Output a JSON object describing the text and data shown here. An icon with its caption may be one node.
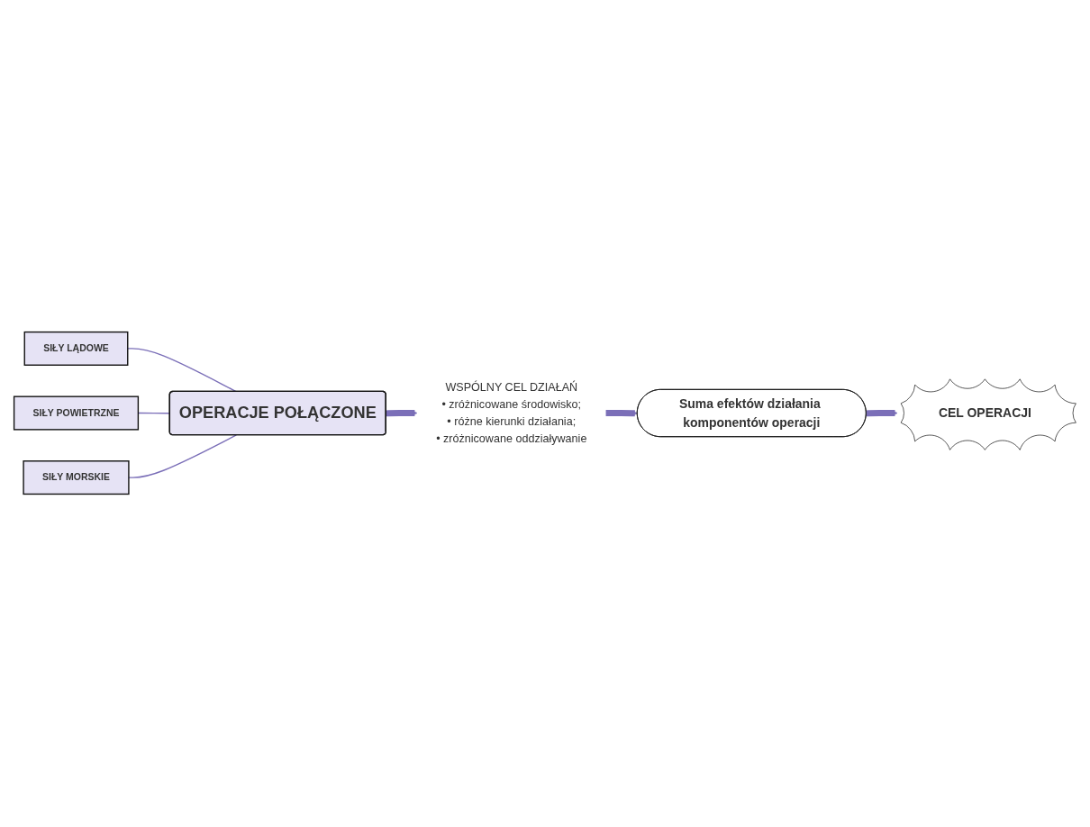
{
  "diagram": {
    "nodes": [
      {
        "text": [
          "SIŁY LĄDOWE"
        ]
      },
      {
        "text": [
          "SIŁY POWIETRZNE"
        ]
      },
      {
        "text": [
          "SIŁY MORSKIE"
        ]
      },
      {
        "text": [
          "OPERACJE POŁĄCZONE"
        ]
      },
      {
        "text": [
          "WSPÓLNY CEL DZIAŁAŃ",
          "• zróżnicowane środowisko;",
          "• różne kierunki działania;",
          "• zróżnicowane oddziaływanie"
        ]
      },
      {
        "text": [
          "Suma efektów działania komponentów operacji"
        ]
      },
      {
        "text": [
          "CEL OPERACJI"
        ]
      }
    ],
    "edges": [
      {
        "from": 0,
        "to": 3,
        "arrow": "none"
      },
      {
        "from": 1,
        "to": 3,
        "arrow": "none"
      },
      {
        "from": 2,
        "to": 3,
        "arrow": "none"
      },
      {
        "from": 3,
        "to": 4,
        "arrow": "to",
        "style": "thick"
      },
      {
        "from": 4,
        "to": 5,
        "arrow": "to",
        "style": "thick"
      },
      {
        "from": 5,
        "to": 6,
        "arrow": "to",
        "style": "thick"
      }
    ]
  }
}
